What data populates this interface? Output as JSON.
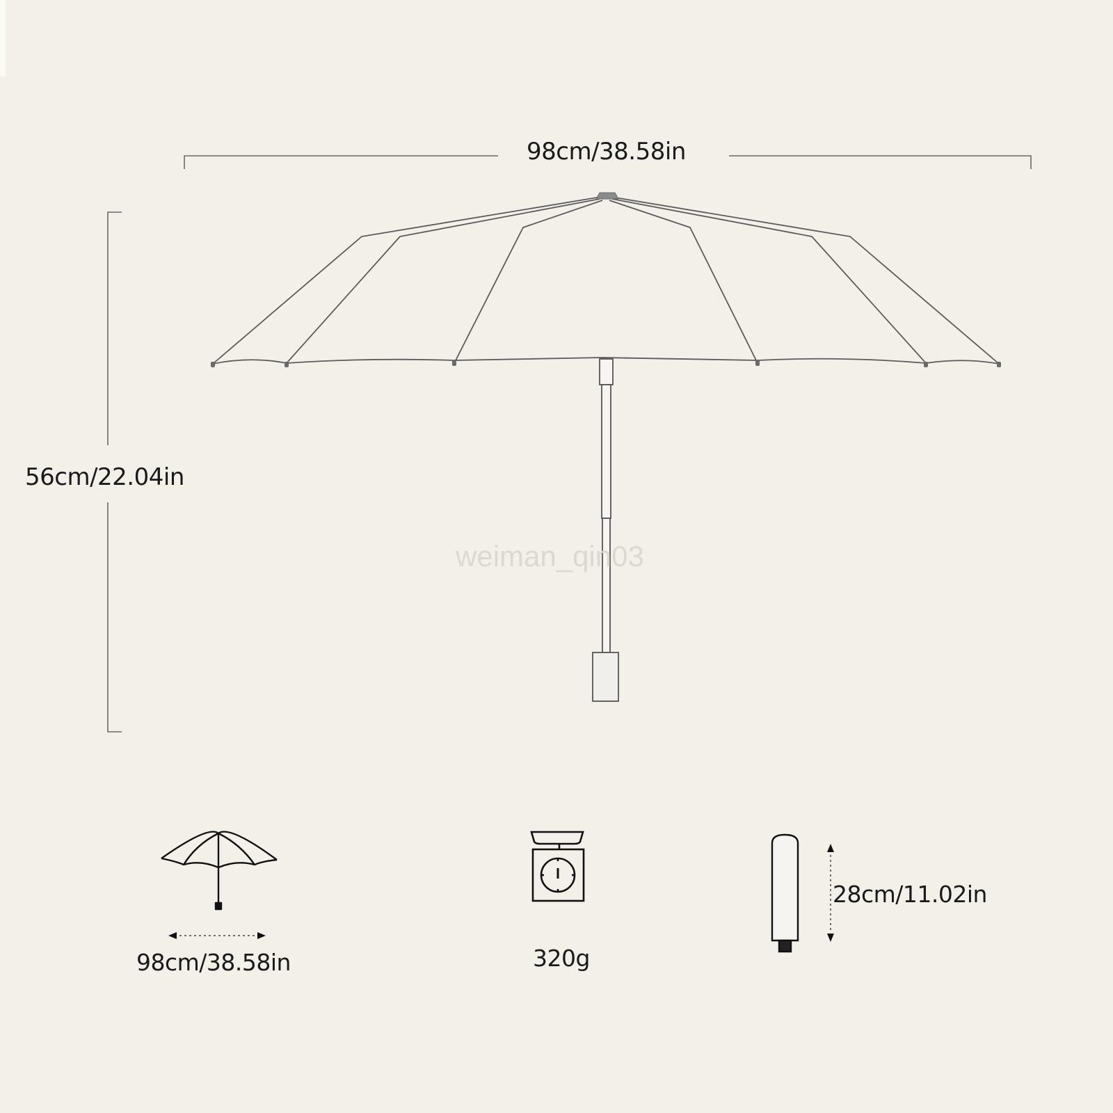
{
  "diagram": {
    "subject": "folding umbrella dimensions",
    "background_color": "#f3efe9",
    "line_color": "#5a5a5a",
    "text_color": "#1a1a1a"
  },
  "dimensions": {
    "open_width": "98cm/38.58in",
    "open_height": "56cm/22.04in"
  },
  "specs": [
    {
      "icon": "open-umbrella-icon",
      "label": "98cm/38.58in"
    },
    {
      "icon": "scale-icon",
      "label": "320g"
    },
    {
      "icon": "folded-umbrella-icon",
      "label": "28cm/11.02in"
    }
  ],
  "watermark": "weiman_qin03"
}
